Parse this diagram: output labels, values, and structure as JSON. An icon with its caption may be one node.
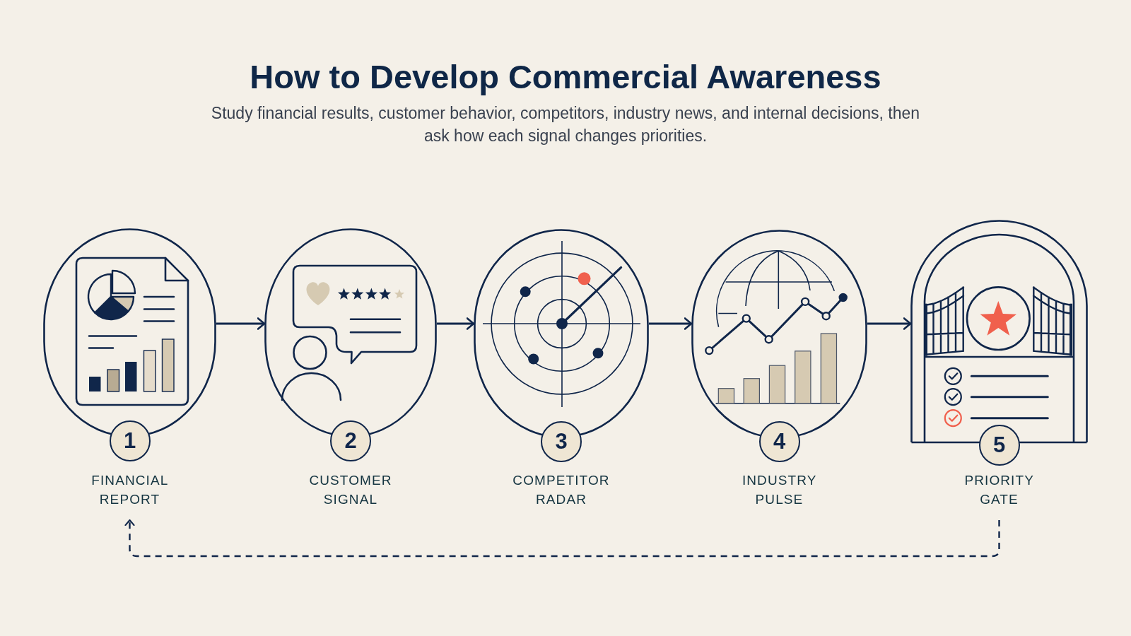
{
  "diagram": {
    "title": "How to Develop Commercial Awareness",
    "caption": "Study financial results, customer behavior, competitors, industry news, and internal decisions, then ask how each signal changes priorities.",
    "nodes": [
      {
        "text": [
          "1",
          "FINANCIAL REPORT"
        ]
      },
      {
        "text": [
          "2",
          "CUSTOMER SIGNAL"
        ]
      },
      {
        "text": [
          "3",
          "COMPETITOR RADAR"
        ]
      },
      {
        "text": [
          "4",
          "INDUSTRY PULSE"
        ]
      },
      {
        "text": [
          "5",
          "PRIORITY GATE"
        ]
      }
    ],
    "edges": [
      {
        "from": 0,
        "to": 1,
        "arrow": "to"
      },
      {
        "from": 1,
        "to": 2,
        "arrow": "to"
      },
      {
        "from": 2,
        "to": 3,
        "arrow": "to"
      },
      {
        "from": 3,
        "to": 4,
        "arrow": "to"
      },
      {
        "from": 4,
        "to": 0,
        "arrow": "to",
        "style": "dashed"
      }
    ]
  }
}
